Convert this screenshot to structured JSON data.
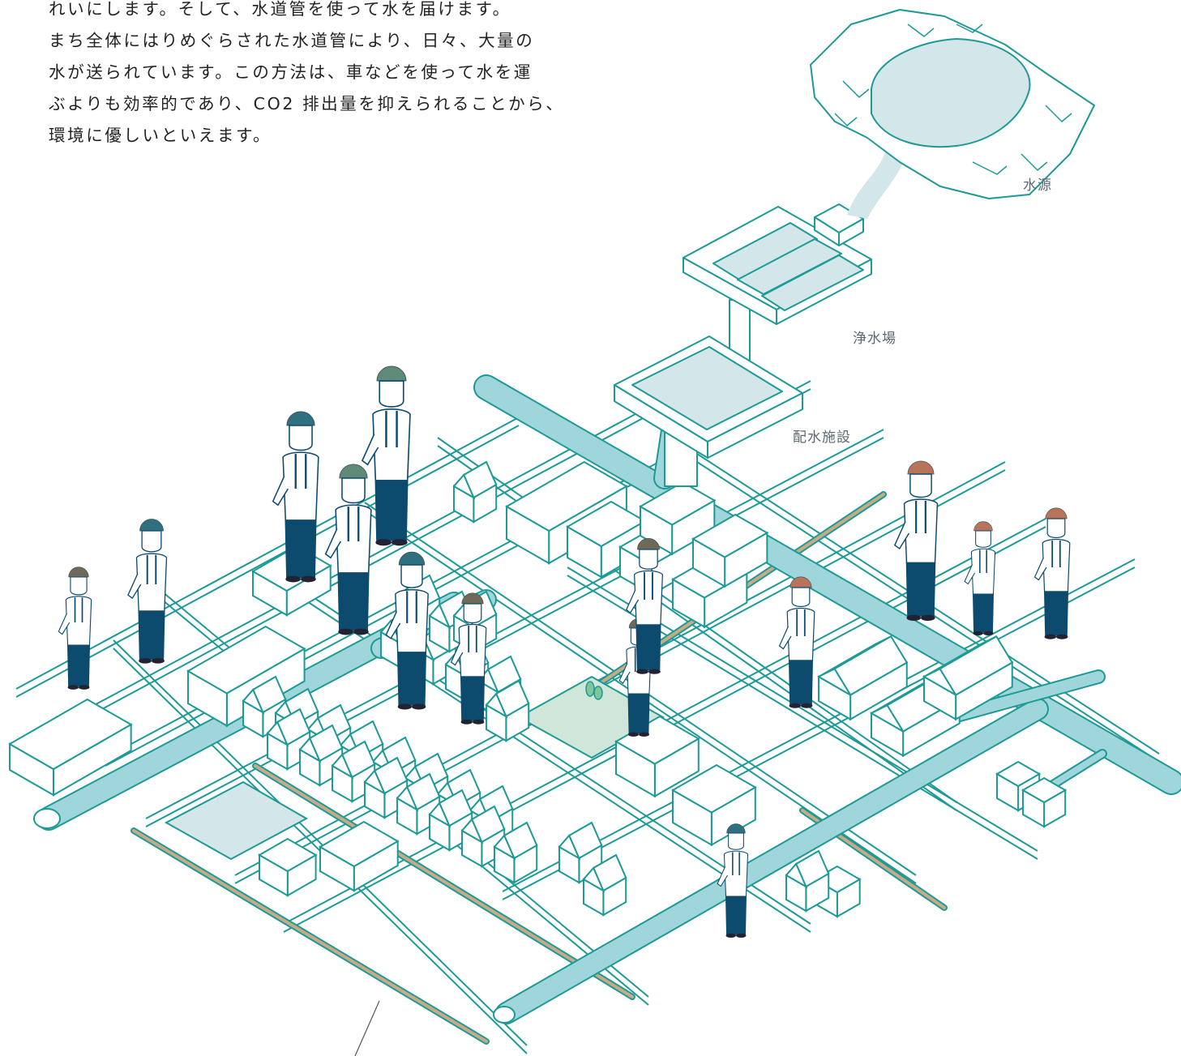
{
  "intro": {
    "lines": [
      "れいにします。そして、水道管を使って水を届けます。",
      "まち全体にはりめぐらされた水道管により、日々、大量の",
      "水が送られています。この方法は、車などを使って水を運",
      "ぶよりも効率的であり、CO2 排出量を抑えられることから、",
      "環境に優しいといえます。"
    ]
  },
  "labels": {
    "water_source": "水源",
    "purification_plant": "浄水場",
    "distribution_facility": "配水施設"
  },
  "colors": {
    "line": "#1d9a96",
    "pipe_fill": "#9fd6db",
    "pale_fill": "#d3e6ea",
    "park_fill": "#cfe6d8",
    "navy": "#0c4a6e",
    "helmet_teal": "#2f6f80",
    "helmet_green": "#5f8a78",
    "helmet_olive": "#6e6a57",
    "helmet_rust": "#b8735a"
  }
}
